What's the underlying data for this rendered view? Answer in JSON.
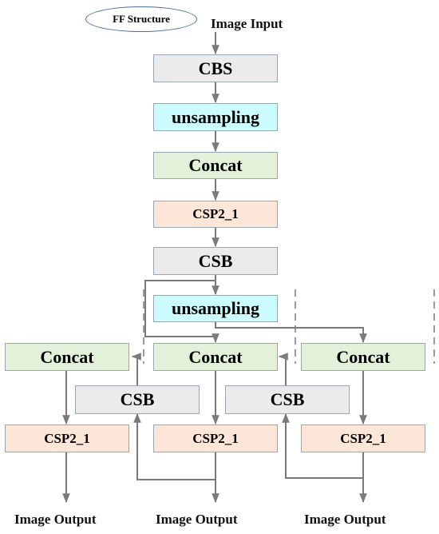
{
  "bubble": {
    "text": "FF Structure"
  },
  "input_label": "Image Input",
  "output_label": "Image Output",
  "boxes": {
    "cbs": "CBS",
    "unsampling1": "unsampling",
    "concat1": "Concat",
    "csp1": "CSP2_1",
    "csb1": "CSB",
    "unsampling2": "unsampling",
    "concat_left": "Concat",
    "concat_mid": "Concat",
    "concat_right": "Concat",
    "csb_left": "CSB",
    "csb_right": "CSB",
    "csp_left": "CSP2_1",
    "csp_mid": "CSP2_1",
    "csp_right": "CSP2_1"
  },
  "colors": {
    "gray": "#ebebeb",
    "cyan": "#ccfcfd",
    "green": "#e3f0da",
    "peach": "#fbe6d8",
    "line": "#7a7a7a"
  }
}
